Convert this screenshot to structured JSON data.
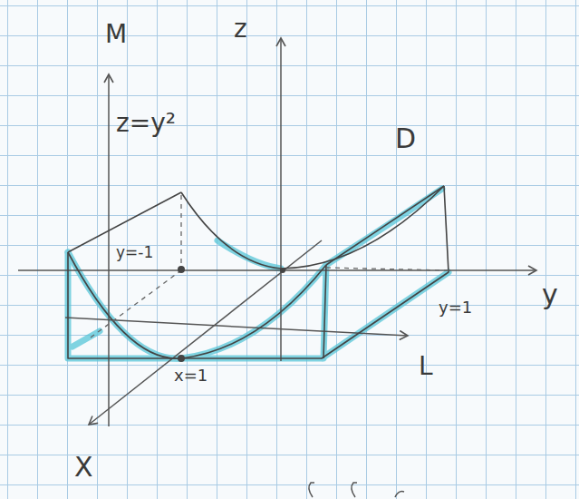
{
  "diagram": {
    "labels": [
      "M",
      "z",
      "z=y²",
      "D",
      "y=-1",
      "y=1",
      "y",
      "L",
      "x=1",
      "X"
    ]
  }
}
